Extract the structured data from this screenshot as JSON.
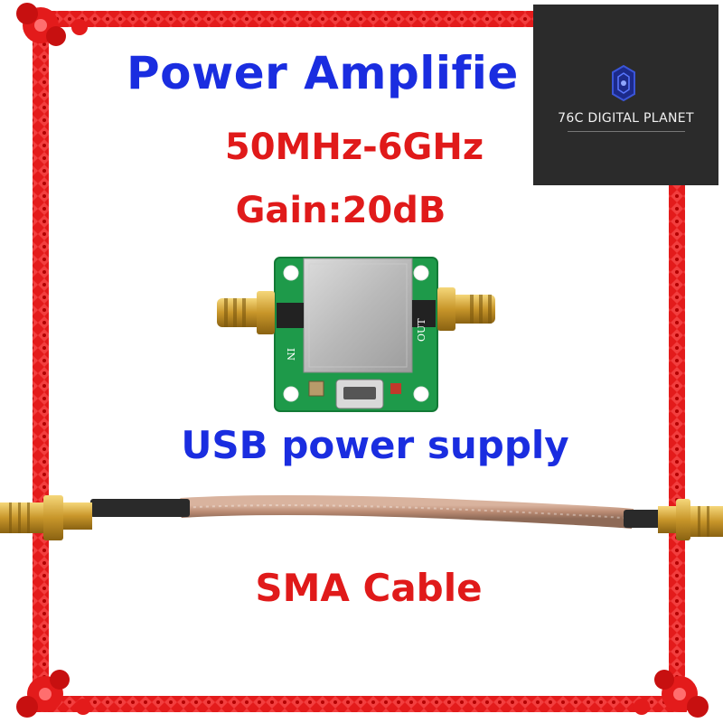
{
  "headline": {
    "title": "Power Amplifie",
    "frequency": "50MHz-6GHz",
    "gain": "Gain:20dB"
  },
  "features": {
    "usb": "USB  power supply",
    "cable": "SMA Cable"
  },
  "board": {
    "label_in": "IN",
    "label_out": "OUT"
  },
  "brand": {
    "name": "76C DIGITAL PLANET"
  },
  "colors": {
    "blue_text": "#1a2de0",
    "red_text": "#e01a1a",
    "frame_red": "#e31b1b",
    "pcb_green": "#1e9a4a",
    "brand_bg": "#2b2b2b"
  }
}
